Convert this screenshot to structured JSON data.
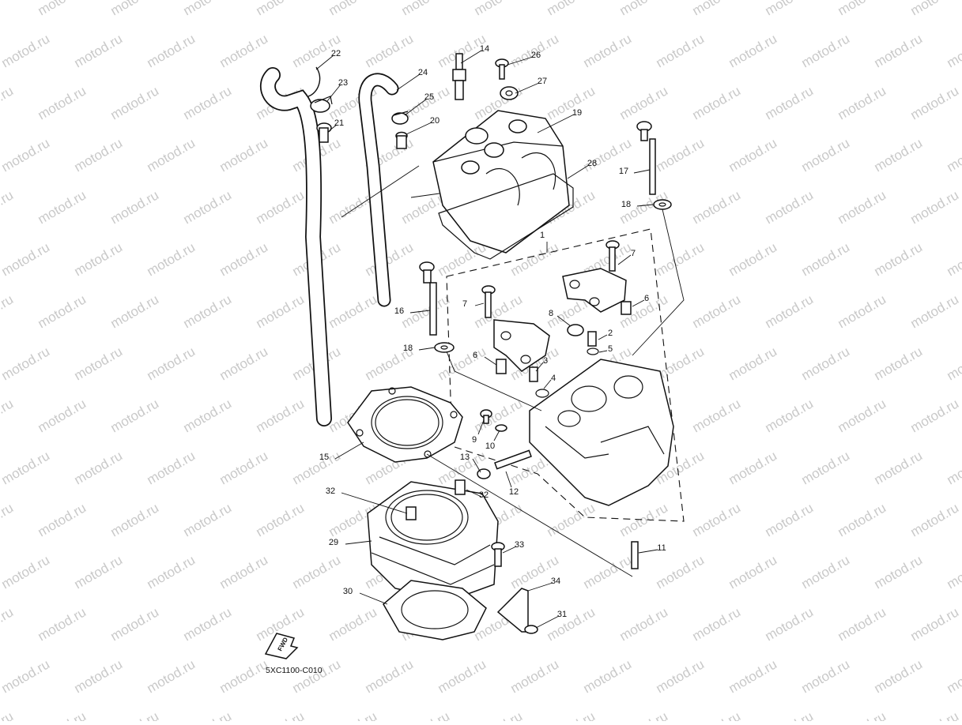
{
  "watermark": {
    "text": "motod.ru"
  },
  "diagram": {
    "code": "5XC1100-C010",
    "fwd_label": "FWD",
    "callouts": [
      "1",
      "2",
      "3",
      "4",
      "5",
      "6",
      "6",
      "7",
      "7",
      "8",
      "9",
      "10",
      "11",
      "12",
      "13",
      "14",
      "15",
      "16",
      "17",
      "18",
      "18",
      "19",
      "20",
      "21",
      "22",
      "23",
      "24",
      "25",
      "26",
      "27",
      "28",
      "29",
      "30",
      "31",
      "32",
      "32",
      "33",
      "34"
    ]
  }
}
